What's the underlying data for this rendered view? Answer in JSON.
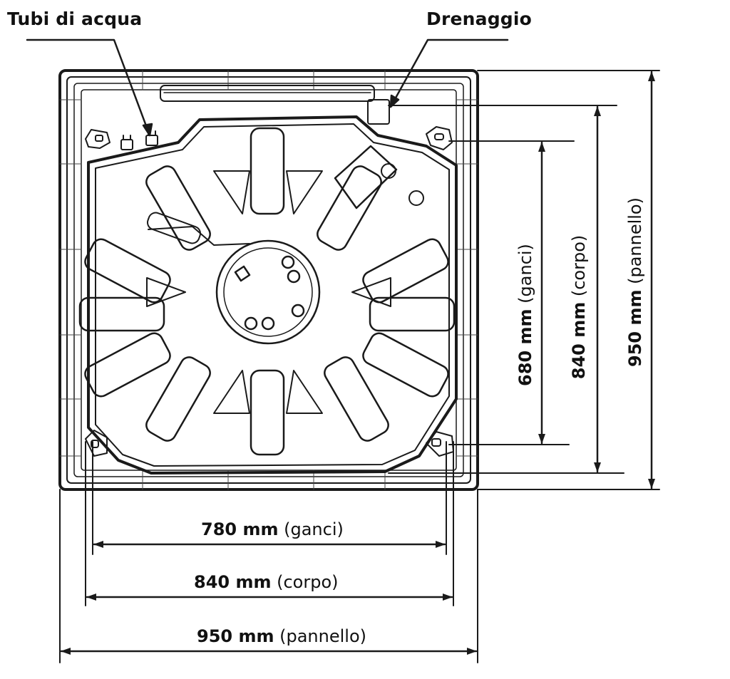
{
  "labels": {
    "water_pipes": "Tubi di acqua",
    "drain": "Drenaggio"
  },
  "dimensions": {
    "hooks_width": {
      "value": "780 mm",
      "note": "(ganci)"
    },
    "body_width": {
      "value": "840 mm",
      "note": "(corpo)"
    },
    "panel_width": {
      "value": "950 mm",
      "note": "(pannello)"
    },
    "hooks_depth": {
      "value": "680 mm",
      "note": "(ganci)"
    },
    "body_depth": {
      "value": "840 mm",
      "note": "(corpo)"
    },
    "panel_depth": {
      "value": "950 mm",
      "note": "(pannello)"
    }
  },
  "colors": {
    "line": "#1a1a1a",
    "background": "#ffffff"
  }
}
